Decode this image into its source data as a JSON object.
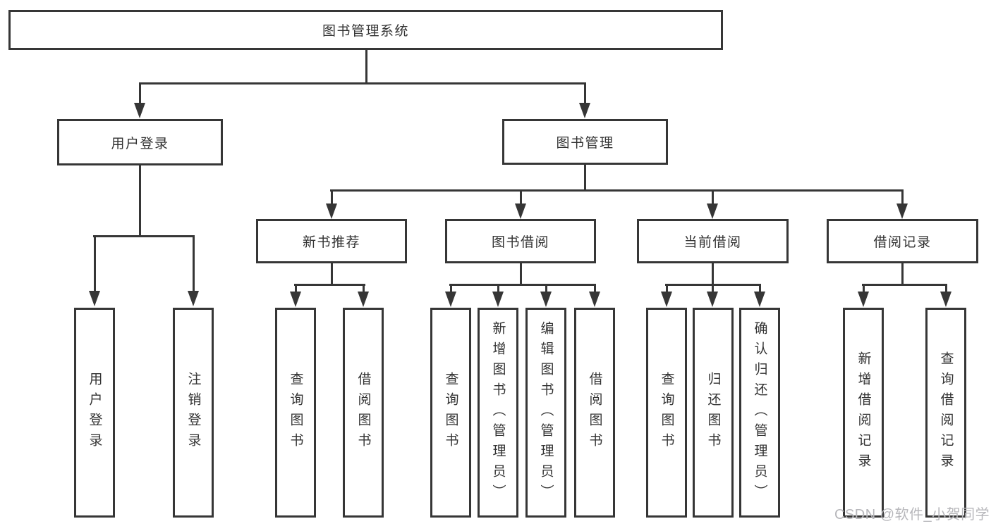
{
  "nodes": {
    "root": "图书管理系统",
    "level2": [
      "用户登录",
      "图书管理"
    ],
    "level3": [
      "新书推荐",
      "图书借阅",
      "当前借阅",
      "借阅记录"
    ],
    "leaves": {
      "user_login": [
        "用户登录",
        "注销登录"
      ],
      "new_book": [
        "查询图书",
        "借阅图书"
      ],
      "book_borrow": [
        "查询图书",
        "新增图书（管理员）",
        "编辑图书（管理员）",
        "借阅图书"
      ],
      "current_borrow": [
        "查询图书",
        "归还图书",
        "确认归还（管理员）"
      ],
      "borrow_record": [
        "新增借阅记录",
        "查询借阅记录"
      ]
    }
  },
  "watermark": {
    "text": "CSDN @软件_小贺同学"
  },
  "colors": {
    "line": "#363636",
    "text": "#333333",
    "watermark": "#b7b7bb",
    "bg": "#ffffff"
  }
}
